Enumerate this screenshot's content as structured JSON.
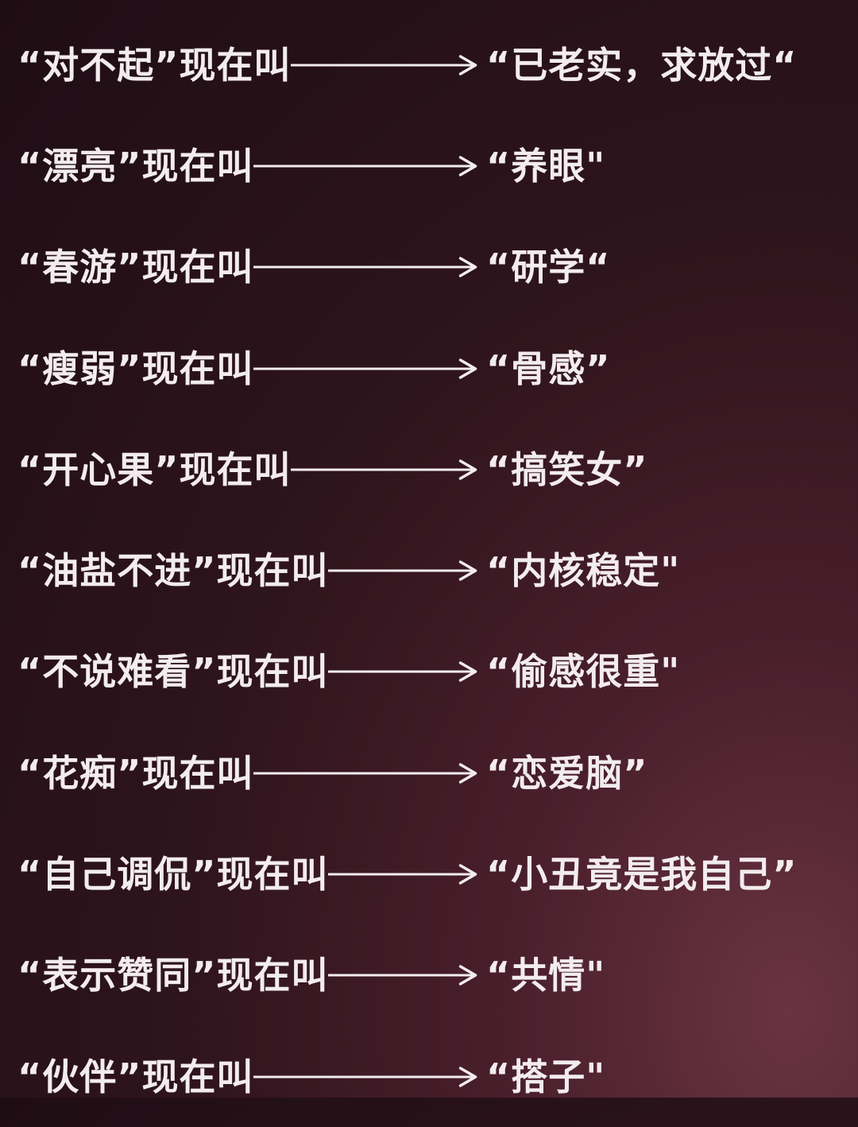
{
  "rows": [
    {
      "old": "“对不起”",
      "now": "现在叫",
      "new": "“已老实，求放过“"
    },
    {
      "old": "“漂亮”",
      "now": "现在叫",
      "new": "“养眼\""
    },
    {
      "old": "“春游”",
      "now": "现在叫",
      "new": "“研学“"
    },
    {
      "old": "“瘦弱”",
      "now": "现在叫",
      "new": "“骨感”"
    },
    {
      "old": "“开心果”",
      "now": "现在叫",
      "new": "“搞笑女”"
    },
    {
      "old": "“油盐不进”",
      "now": "现在叫",
      "new": "“内核稳定\""
    },
    {
      "old": "“不说难看”",
      "now": "现在叫",
      "new": "“偷感很重\""
    },
    {
      "old": "“花痴”",
      "now": "现在叫",
      "new": "“恋爱脑”"
    },
    {
      "old": "“自己调侃”",
      "now": "现在叫",
      "new": "“小丑竟是我自己”"
    },
    {
      "old": "“表示赞同”",
      "now": "现在叫",
      "new": "“共情\""
    },
    {
      "old": "“伙伴”",
      "now": "现在叫",
      "new": "“搭子\""
    }
  ],
  "colors": {
    "text": "#f2ecee",
    "background_dark": "#1f0d14",
    "background_glow": "#6a3342"
  },
  "arrow_icon": "long-right-arrow"
}
